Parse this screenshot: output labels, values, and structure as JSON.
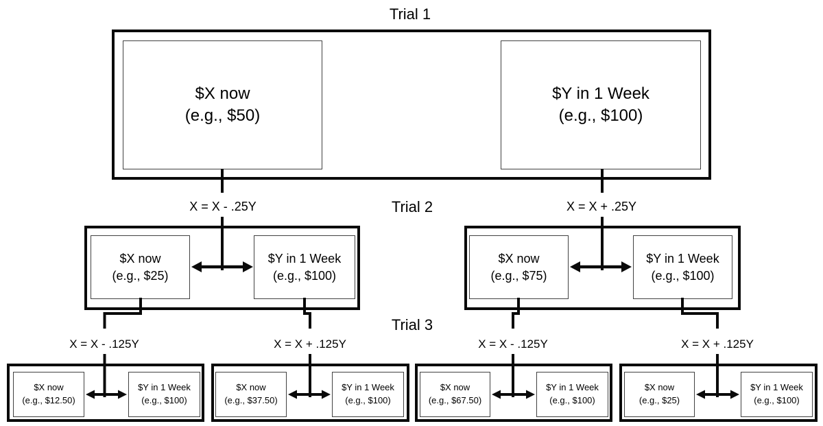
{
  "titles": {
    "trial1": "Trial 1",
    "trial2": "Trial 2",
    "trial3": "Trial 3"
  },
  "trial1": {
    "immediate": {
      "line1": "$X now",
      "line2": "(e.g., $50)"
    },
    "delayed": {
      "line1": "$Y in 1 Week",
      "line2": "(e.g., $100)"
    }
  },
  "trial2": {
    "left": {
      "rule": "X = X - .25Y",
      "immediate": {
        "line1": "$X now",
        "line2": "(e.g., $25)"
      },
      "delayed": {
        "line1": "$Y in 1 Week",
        "line2": "(e.g., $100)"
      }
    },
    "right": {
      "rule": "X = X + .25Y",
      "immediate": {
        "line1": "$X now",
        "line2": "(e.g., $75)"
      },
      "delayed": {
        "line1": "$Y in 1 Week",
        "line2": "(e.g., $100)"
      }
    }
  },
  "trial3": {
    "boxes": [
      {
        "rule": "X = X - .125Y",
        "immediate": {
          "line1": "$X now",
          "line2": "(e.g., $12.50)"
        },
        "delayed": {
          "line1": "$Y in 1 Week",
          "line2": "(e.g., $100)"
        }
      },
      {
        "rule": "X = X + .125Y",
        "immediate": {
          "line1": "$X now",
          "line2": "(e.g., $37.50)"
        },
        "delayed": {
          "line1": "$Y in 1 Week",
          "line2": "(e.g., $100)"
        }
      },
      {
        "rule": "X = X - .125Y",
        "immediate": {
          "line1": "$X now",
          "line2": "(e.g., $67.50)"
        },
        "delayed": {
          "line1": "$Y in 1 Week",
          "line2": "(e.g., $100)"
        }
      },
      {
        "rule": "X = X + .125Y",
        "immediate": {
          "line1": "$X now",
          "line2": "(e.g., $25)"
        },
        "delayed": {
          "line1": "$Y in 1 Week",
          "line2": "(e.g., $100)"
        }
      }
    ]
  },
  "colors": {
    "line": "#0a0a0a",
    "inner_border": "#404040",
    "background": "#ffffff"
  }
}
